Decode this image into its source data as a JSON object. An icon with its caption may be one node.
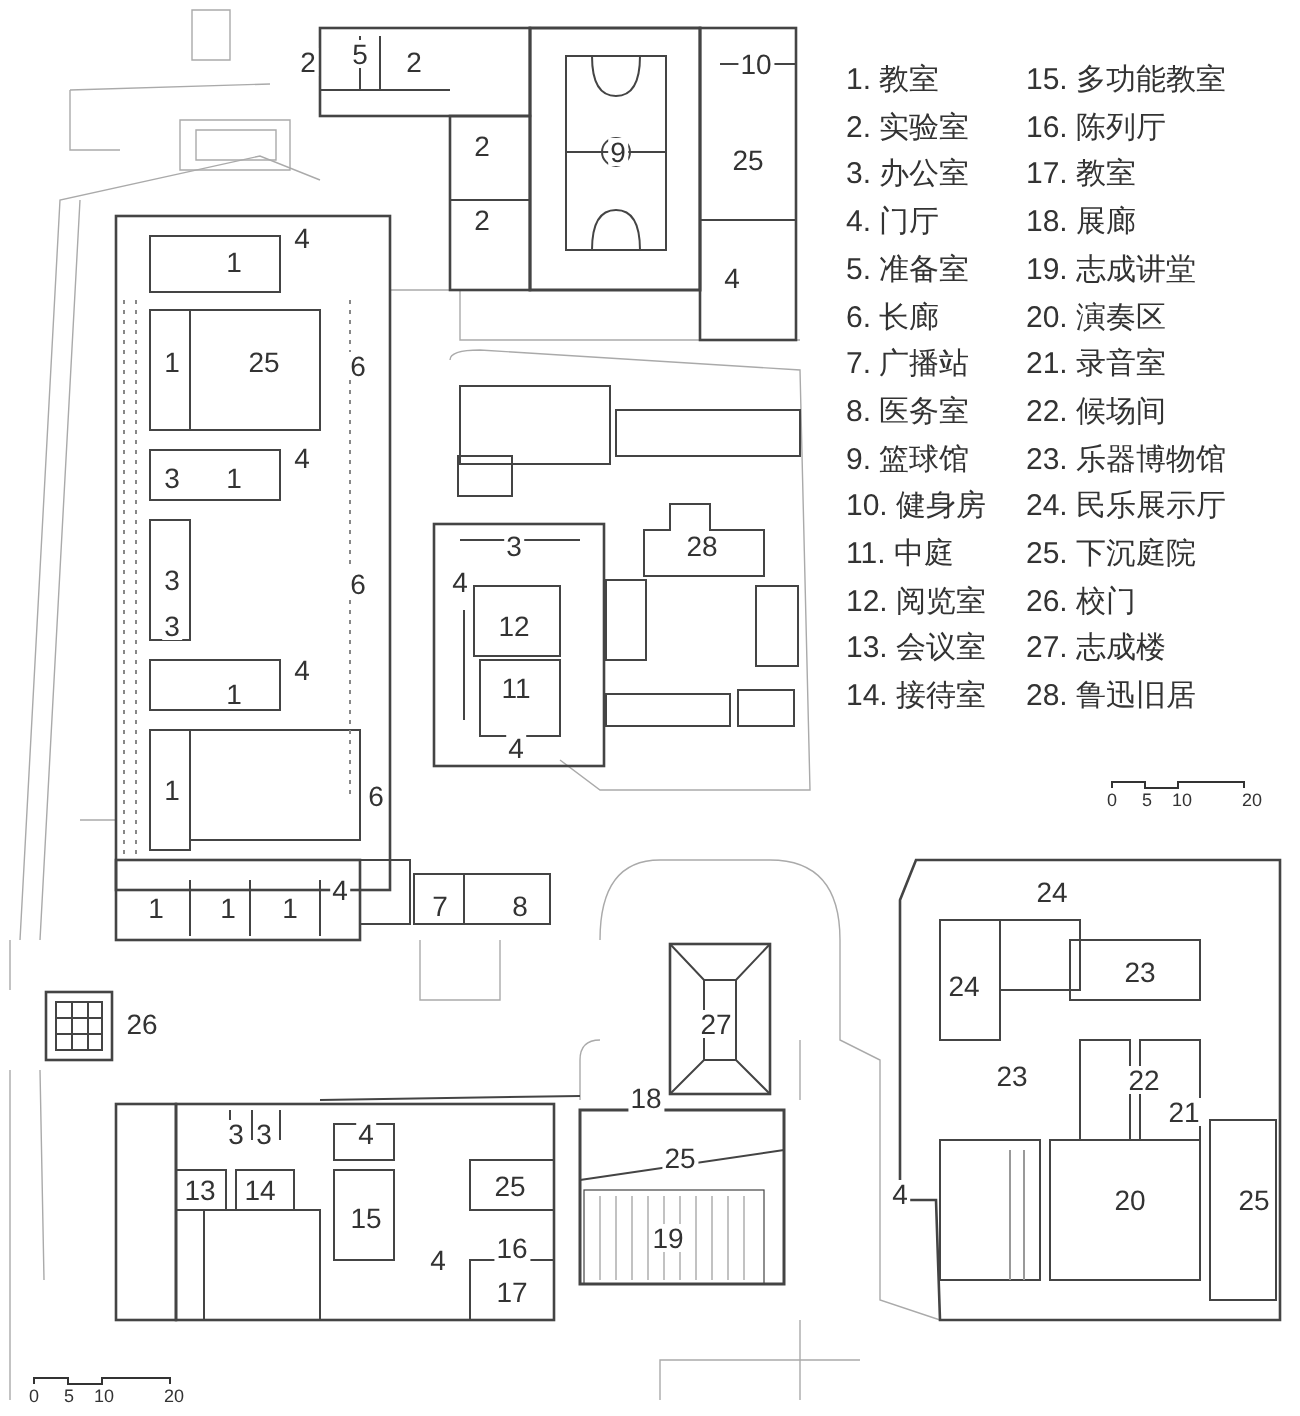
{
  "diagram": {
    "labels": [
      "2",
      "5",
      "2",
      "10",
      "2",
      "9",
      "25",
      "2",
      "4",
      "1",
      "4",
      "1",
      "25",
      "6",
      "4",
      "3",
      "1",
      "3",
      "28",
      "3",
      "6",
      "4",
      "3",
      "12",
      "4",
      "1",
      "11",
      "4",
      "1",
      "6",
      "4",
      "1",
      "1",
      "1",
      "7",
      "8",
      "24",
      "24",
      "23",
      "26",
      "27",
      "23",
      "22",
      "18",
      "21",
      "3",
      "3",
      "4",
      "25",
      "13",
      "14",
      "25",
      "4",
      "20",
      "25",
      "15",
      "19",
      "16",
      "4",
      "17",
      "1. 教室",
      "15. 多功能教室",
      "2. 实验室",
      "16. 陈列厅",
      "3. 办公室",
      "17. 教室",
      "4. 门厅",
      "18. 展廊",
      "5. 准备室",
      "19. 志成讲堂",
      "6. 长廊",
      "20. 演奏区",
      "7. 广播站",
      "21. 录音室",
      "8. 医务室",
      "22. 候场间",
      "9. 篮球馆",
      "23. 乐器博物馆",
      "10. 健身房",
      "24. 民乐展示厅",
      "11. 中庭",
      "25. 下沉庭院",
      "12. 阅览室",
      "26. 校门",
      "13. 会议室",
      "27. 志成楼",
      "14. 接待室",
      "28. 鲁迅旧居",
      "0",
      "5",
      "10",
      "20",
      "0",
      "5",
      "10",
      "20"
    ]
  }
}
